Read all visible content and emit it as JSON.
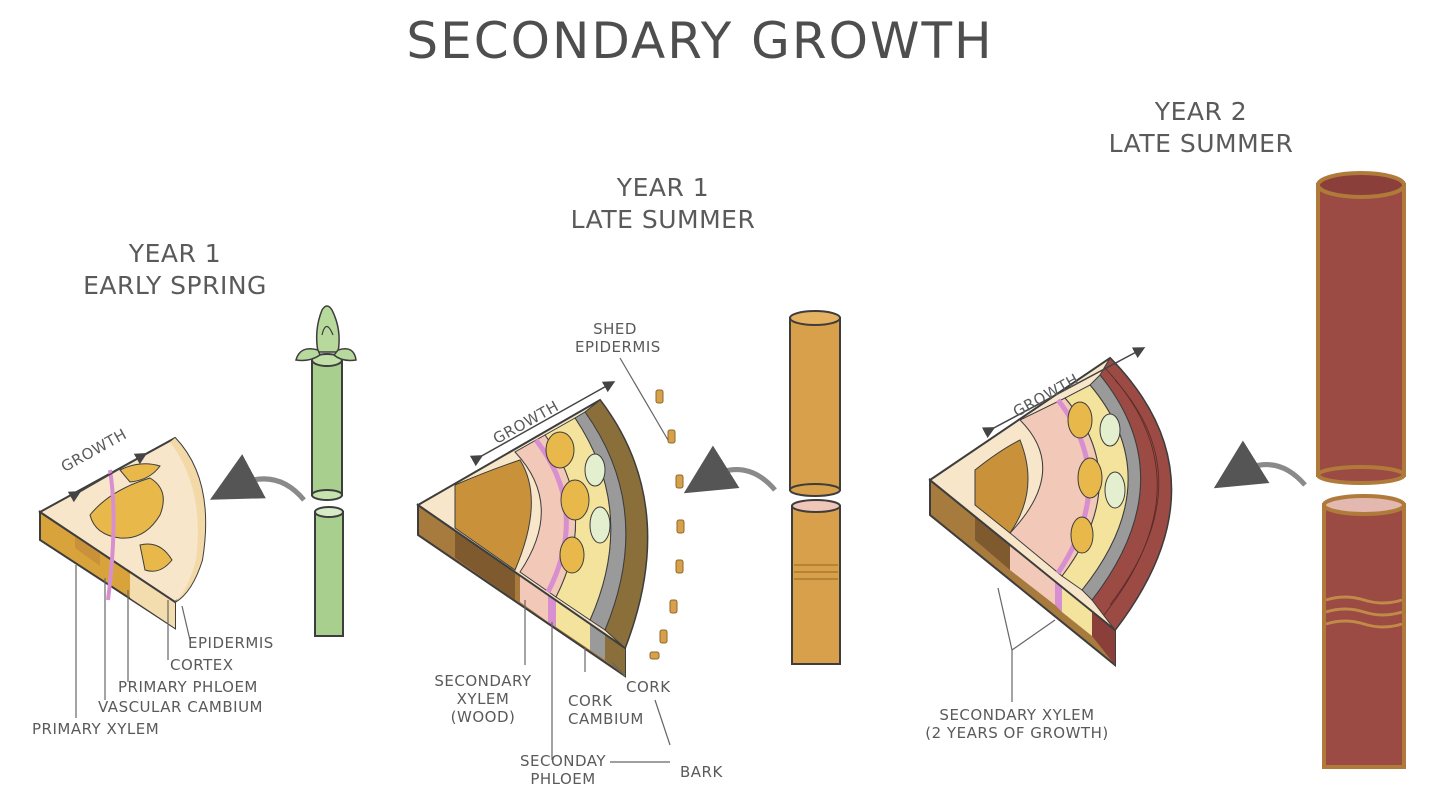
{
  "title": "SECONDARY GROWTH",
  "stages": [
    {
      "line1": "YEAR 1",
      "line2": "EARLY SPRING"
    },
    {
      "line1": "YEAR 1",
      "line2": "LATE SUMMER"
    },
    {
      "line1": "YEAR 2",
      "line2": "LATE SUMMER"
    }
  ],
  "growth_label": "GROWTH",
  "labels_stage1": {
    "epidermis": "EPIDERMIS",
    "cortex": "CORTEX",
    "primary_phloem": "PRIMARY PHLOEM",
    "vascular_cambium": "VASCULAR CAMBIUM",
    "primary_xylem": "PRIMARY XYLEM"
  },
  "labels_stage2": {
    "shed_epidermis_1": "SHED",
    "shed_epidermis_2": "EPIDERMIS",
    "secondary_xylem_1": "SECONDARY",
    "secondary_xylem_2": "XYLEM",
    "secondary_xylem_3": "(WOOD)",
    "cork": "CORK",
    "cork_cambium_1": "CORK",
    "cork_cambium_2": "CAMBIUM",
    "secondary_phloem_1": "SECONDAY",
    "secondary_phloem_2": "PHLOEM",
    "bark": "BARK"
  },
  "labels_stage3": {
    "secondary_xylem_1": "SECONDARY XYLEM",
    "secondary_xylem_2": "(2 YEARS OF GROWTH)"
  },
  "colors": {
    "outline": "#3d3d3d",
    "xylem": "#e8b84a",
    "phloem": "#f2c8b8",
    "cambium": "#d88fd0",
    "cortex": "#f7e6c9",
    "bark_brown": "#8b6f3a",
    "wood_brown": "#a77a3e",
    "stem_green": "#a9cf8e",
    "stem_tan": "#d8a04a",
    "stem_red": "#9b4a44",
    "cork_grey": "#9a9a9a",
    "arrow": "#8a8a8a"
  }
}
